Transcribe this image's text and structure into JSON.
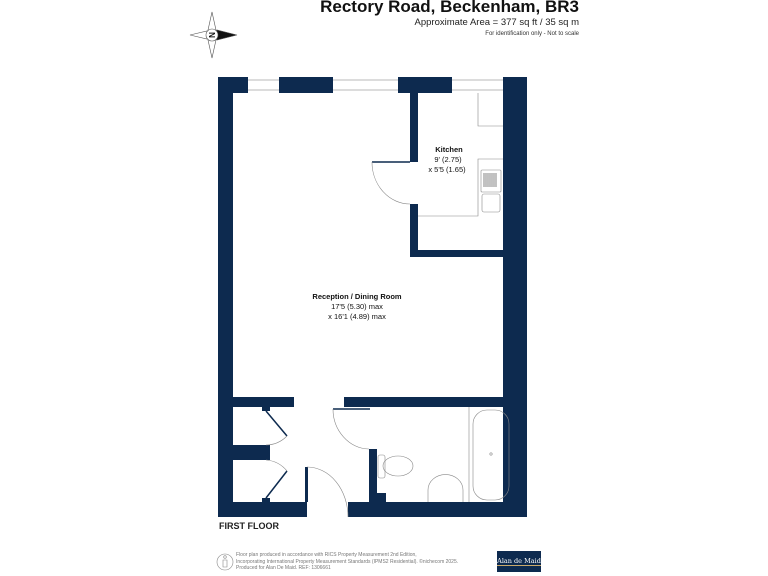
{
  "header": {
    "title": "Rectory Road, Beckenham, BR3",
    "area": "Approximate Area = 377 sq ft / 35 sq m",
    "note": "For identification only - Not to scale"
  },
  "compass": {
    "label": "N"
  },
  "rooms": {
    "kitchen": {
      "name": "Kitchen",
      "dim1": "9' (2.75)",
      "dim2": "x 5'5 (1.65)"
    },
    "reception": {
      "name": "Reception / Dining Room",
      "dim1": "17'5 (5.30) max",
      "dim2": "x 16'1 (4.89) max"
    }
  },
  "floor_label": "FIRST FLOOR",
  "footer": {
    "line1": "Floor plan produced in accordance with RICS Property Measurement 2nd Edition,",
    "line2": "Incorporating International Property Measurement Standards (IPMS2 Residential). ©nichecom 2025.",
    "line3": "Produced for Alan De Maid.   REF: 1306661"
  },
  "agent_logo": "Alan de Maid",
  "colors": {
    "wall": "#0d2a4f"
  }
}
